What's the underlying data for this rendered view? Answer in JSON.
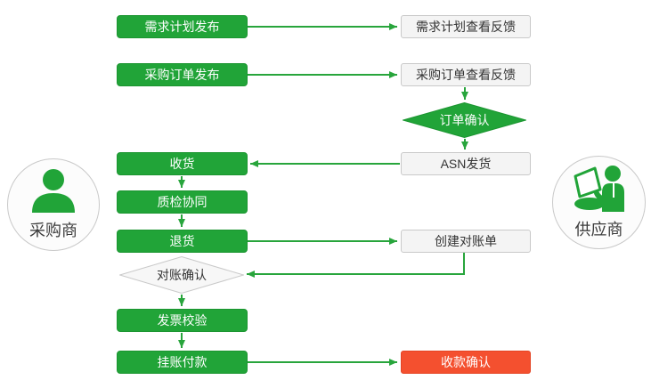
{
  "colors": {
    "green": "#21a438",
    "green_border": "#1b9530",
    "red": "#f4502f",
    "neutral_fill": "#f4f4f4",
    "neutral_border": "#c9c9c9",
    "text_dark": "#333333",
    "text_light": "#ffffff",
    "background": "#ffffff"
  },
  "actors": {
    "buyer": {
      "label": "采购商",
      "icon": "person-icon"
    },
    "supplier": {
      "label": "供应商",
      "icon": "person-laptop-icon"
    }
  },
  "nodes": {
    "demand_plan_publish": {
      "label": "需求计划发布",
      "type": "process",
      "style": "green",
      "lane": "buyer"
    },
    "demand_plan_feedback": {
      "label": "需求计划查看反馈",
      "type": "process",
      "style": "neutral",
      "lane": "supplier"
    },
    "purchase_order_publish": {
      "label": "采购订单发布",
      "type": "process",
      "style": "green",
      "lane": "buyer"
    },
    "purchase_order_feedback": {
      "label": "采购订单查看反馈",
      "type": "process",
      "style": "neutral",
      "lane": "supplier"
    },
    "order_confirm": {
      "label": "订单确认",
      "type": "decision",
      "style": "green",
      "lane": "supplier"
    },
    "asn_ship": {
      "label": "ASN发货",
      "type": "process",
      "style": "neutral",
      "lane": "supplier"
    },
    "receive_goods": {
      "label": "收货",
      "type": "process",
      "style": "green",
      "lane": "buyer"
    },
    "quality_inspect": {
      "label": "质检协同",
      "type": "process",
      "style": "green",
      "lane": "buyer"
    },
    "return_goods": {
      "label": "退货",
      "type": "process",
      "style": "green",
      "lane": "buyer"
    },
    "create_statement": {
      "label": "创建对账单",
      "type": "process",
      "style": "neutral",
      "lane": "supplier"
    },
    "statement_confirm": {
      "label": "对账确认",
      "type": "decision",
      "style": "neutral",
      "lane": "buyer"
    },
    "invoice_check": {
      "label": "发票校验",
      "type": "process",
      "style": "green",
      "lane": "buyer"
    },
    "payment_posting": {
      "label": "挂账付款",
      "type": "process",
      "style": "green",
      "lane": "buyer"
    },
    "receipt_confirm": {
      "label": "收款确认",
      "type": "process",
      "style": "red",
      "lane": "supplier"
    }
  },
  "edges": [
    {
      "from": "demand_plan_publish",
      "to": "demand_plan_feedback"
    },
    {
      "from": "purchase_order_publish",
      "to": "purchase_order_feedback"
    },
    {
      "from": "purchase_order_feedback",
      "to": "order_confirm"
    },
    {
      "from": "order_confirm",
      "to": "asn_ship"
    },
    {
      "from": "asn_ship",
      "to": "receive_goods"
    },
    {
      "from": "receive_goods",
      "to": "quality_inspect"
    },
    {
      "from": "quality_inspect",
      "to": "return_goods"
    },
    {
      "from": "return_goods",
      "to": "create_statement"
    },
    {
      "from": "create_statement",
      "to": "statement_confirm"
    },
    {
      "from": "statement_confirm",
      "to": "invoice_check"
    },
    {
      "from": "invoice_check",
      "to": "payment_posting"
    },
    {
      "from": "payment_posting",
      "to": "receipt_confirm"
    }
  ]
}
